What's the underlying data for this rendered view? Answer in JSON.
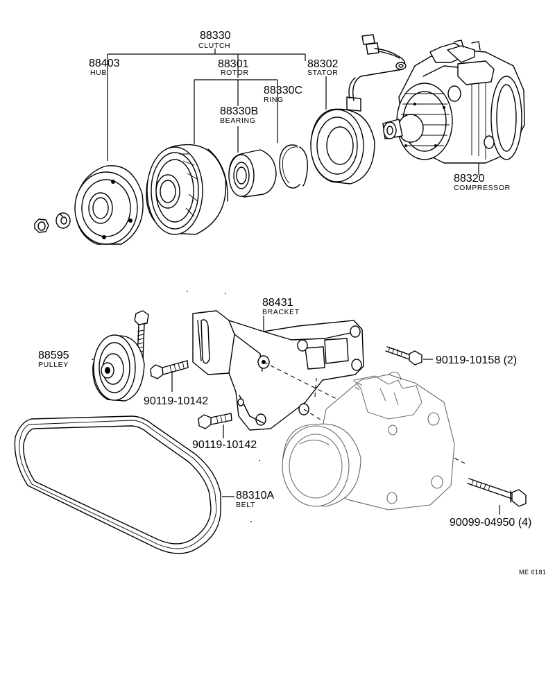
{
  "parts": {
    "clutch": {
      "number": "88330",
      "name": "CLUTCH"
    },
    "hub": {
      "number": "88403",
      "name": "HUB"
    },
    "rotor": {
      "number": "88301",
      "name": "ROTOR"
    },
    "stator": {
      "number": "88302",
      "name": "STATOR"
    },
    "ring": {
      "number": "88330C",
      "name": "RING"
    },
    "bearing": {
      "number": "88330B",
      "name": "BEARING"
    },
    "compressor": {
      "number": "88320",
      "name": "COMPRESSOR"
    },
    "bracket": {
      "number": "88431",
      "name": "BRACKET"
    },
    "pulley": {
      "number": "88595",
      "name": "PULLEY"
    },
    "bolt_bracket_top": {
      "number": "90119-10158 (2)"
    },
    "bolt_pulley": {
      "number": "90119-10142"
    },
    "bolt_bracket_lower": {
      "number": "90119-10142"
    },
    "belt": {
      "number": "88310A",
      "name": "BELT"
    },
    "bolt_compressor": {
      "number": "90099-04950 (4)"
    }
  },
  "figure_ref": "ME 6181"
}
